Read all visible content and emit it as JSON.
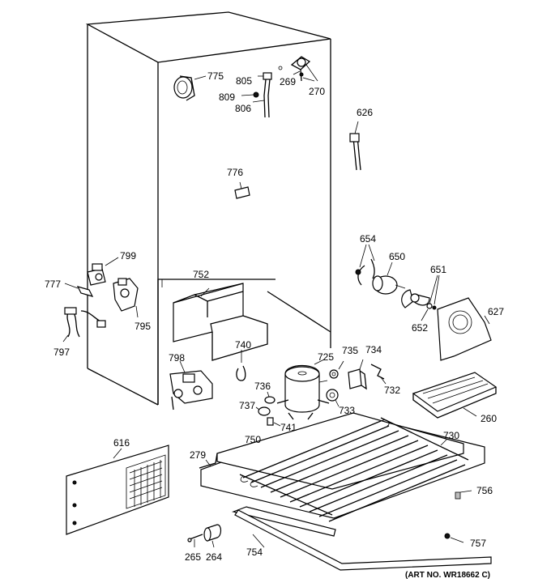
{
  "diagram": {
    "art_no": "(ART NO. WR18662 C)",
    "labels": {
      "p775": "775",
      "p805": "805",
      "p809": "809",
      "p806": "806",
      "p269": "269",
      "p270": "270",
      "p626": "626",
      "p776": "776",
      "p654": "654",
      "p650": "650",
      "p651": "651",
      "p652": "652",
      "p627": "627",
      "p799": "799",
      "p777": "777",
      "p795": "795",
      "p797": "797",
      "p752": "752",
      "p740": "740",
      "p725": "725",
      "p735": "735",
      "p734": "734",
      "p732": "732",
      "p798": "798",
      "p736": "736",
      "p737": "737",
      "p741": "741",
      "p733": "733",
      "p750": "750",
      "p260": "260",
      "p730": "730",
      "p616": "616",
      "p279": "279",
      "p756": "756",
      "p757": "757",
      "p754": "754",
      "p265": "265",
      "p264": "264"
    }
  }
}
